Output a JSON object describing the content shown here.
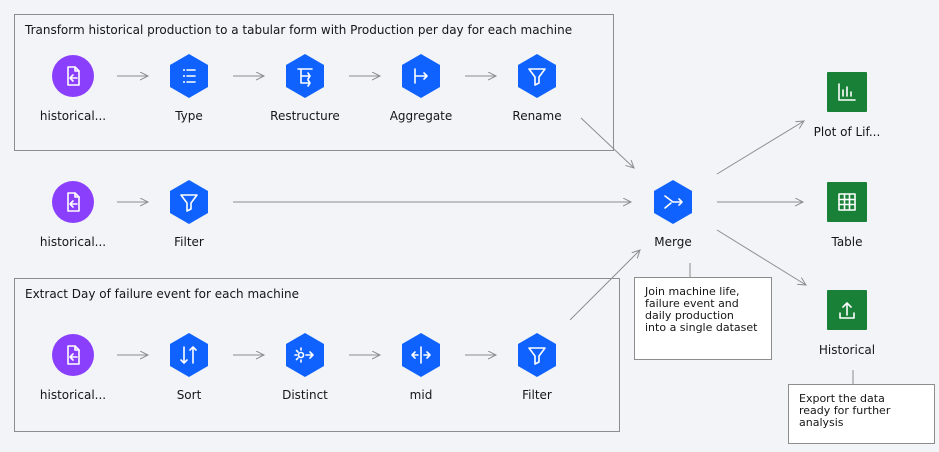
{
  "groups": {
    "top": {
      "title": "Transform historical production to a tabular form with Production per day for each machine"
    },
    "bottom": {
      "title": "Extract Day of failure event for each machine"
    }
  },
  "nodes": {
    "import_top": {
      "label": "historical...",
      "kind": "import",
      "color": "#8a3ffc"
    },
    "type": {
      "label": "Type",
      "kind": "type",
      "color": "#0f62fe"
    },
    "restructure": {
      "label": "Restructure",
      "kind": "restructure",
      "color": "#0f62fe"
    },
    "aggregate": {
      "label": "Aggregate",
      "kind": "aggregate",
      "color": "#0f62fe"
    },
    "rename": {
      "label": "Rename",
      "kind": "filter",
      "color": "#0f62fe"
    },
    "import_mid": {
      "label": "historical...",
      "kind": "import",
      "color": "#8a3ffc"
    },
    "filter_mid": {
      "label": "Filter",
      "kind": "filter",
      "color": "#0f62fe"
    },
    "merge": {
      "label": "Merge",
      "kind": "merge",
      "color": "#0f62fe"
    },
    "import_bot": {
      "label": "historical...",
      "kind": "import",
      "color": "#8a3ffc"
    },
    "sort": {
      "label": "Sort",
      "kind": "sort",
      "color": "#0f62fe"
    },
    "distinct": {
      "label": "Distinct",
      "kind": "distinct",
      "color": "#0f62fe"
    },
    "mid": {
      "label": "mid",
      "kind": "mid",
      "color": "#0f62fe"
    },
    "filter_bot": {
      "label": "Filter",
      "kind": "filter",
      "color": "#0f62fe"
    },
    "plot": {
      "label": "Plot of Lif...",
      "kind": "chart",
      "color": "#198038"
    },
    "table": {
      "label": "Table",
      "kind": "table",
      "color": "#198038"
    },
    "historical_out": {
      "label": "Historical",
      "kind": "export",
      "color": "#198038"
    }
  },
  "notes": {
    "merge_note": "Join machine life,\nfailure event and\ndaily production\ninto a single dataset",
    "export_note": "Export the data\nready for further\nanalysis"
  },
  "colors": {
    "edge": "#8d8d8d",
    "background": "#f2f4f8"
  }
}
